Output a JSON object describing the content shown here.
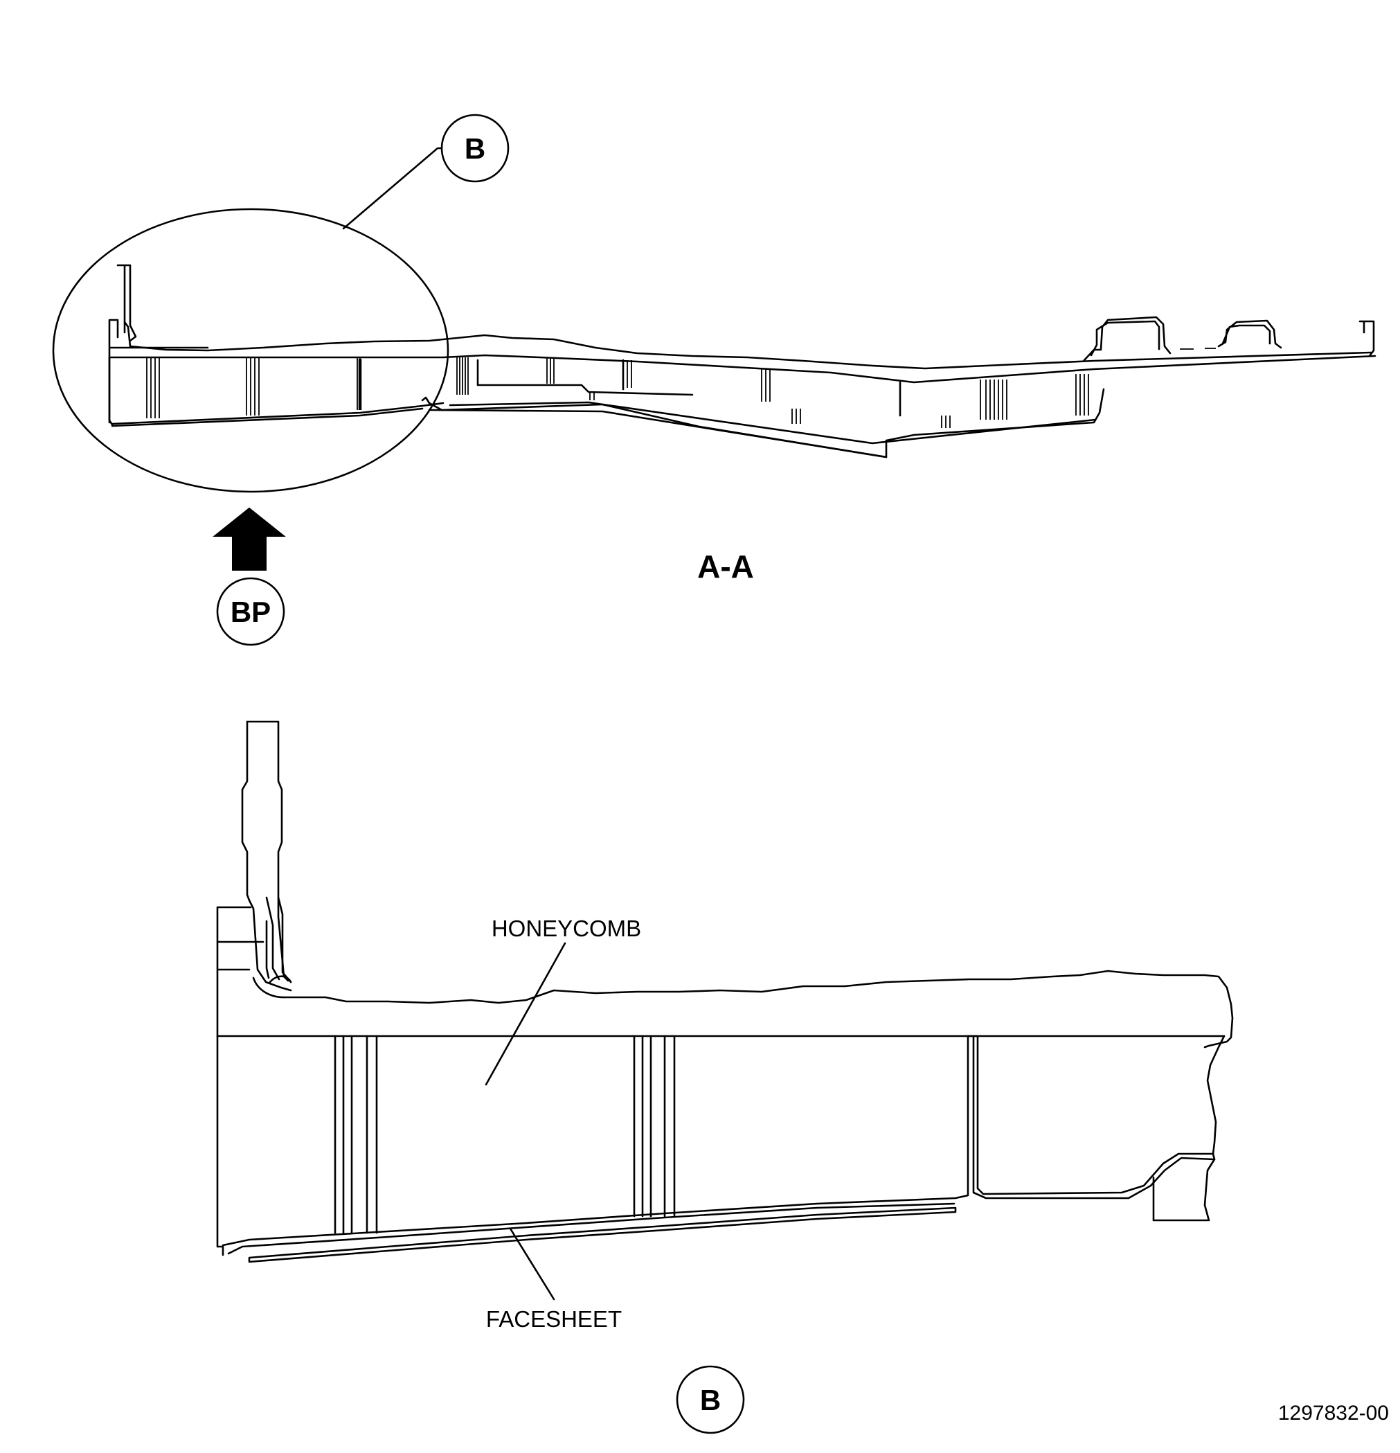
{
  "callouts": {
    "detail_ref_top": "B",
    "view_arrow_ref": "BP",
    "detail_ref_bottom": "B"
  },
  "section_label": "A-A",
  "labels": {
    "honeycomb": "HONEYCOMB",
    "facesheet": "FACESHEET"
  },
  "figure_number": "1297832-00",
  "icons": {
    "view_arrow": "up-arrow-icon"
  }
}
